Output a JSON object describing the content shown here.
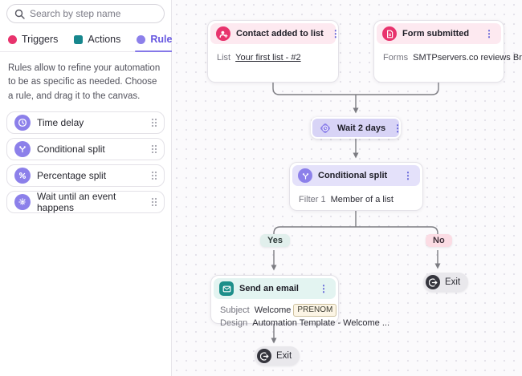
{
  "sidebar": {
    "search_placeholder": "Search by step name",
    "tabs": [
      {
        "label": "Triggers"
      },
      {
        "label": "Actions"
      },
      {
        "label": "Rules"
      }
    ],
    "description": "Rules allow to refine your automation to be as specific as needed. Choose a rule, and drag it to the canvas.",
    "items": [
      {
        "label": "Time delay",
        "icon": "clock-icon"
      },
      {
        "label": "Conditional split",
        "icon": "split-icon"
      },
      {
        "label": "Percentage split",
        "icon": "percentage-icon"
      },
      {
        "label": "Wait until an event happens",
        "icon": "event-icon"
      }
    ]
  },
  "canvas": {
    "menu_icon": "⋮",
    "contact_node": {
      "title": "Contact added to list",
      "field_label": "List",
      "field_value": "Your first list - #2"
    },
    "form_node": {
      "title": "Form submitted",
      "field_label": "Forms",
      "field_value": "SMTPservers.co reviews Brevo"
    },
    "wait_node": {
      "title": "Wait 2 days"
    },
    "split_node": {
      "title": "Conditional split",
      "field_label": "Filter 1",
      "field_value": "Member of a list"
    },
    "email_node": {
      "title": "Send an email",
      "subject_label": "Subject",
      "subject_value": "Welcome",
      "subject_tag": "PRENOM",
      "design_label": "Design",
      "design_value": "Automation Template - Welcome ..."
    },
    "branch_yes": "Yes",
    "branch_no": "No",
    "exit_right": "Exit",
    "exit_bottom": "Exit"
  },
  "colors": {
    "trigger_pink": "#e8336d",
    "trigger_header_bg": "#fde9f0",
    "action_teal": "#17878d",
    "action_header_bg": "#e3f4f1",
    "rule_purple": "#8c80ea",
    "rule_header_bg": "#e4e1fa",
    "active_tab_text": "#6657e0",
    "active_tab_underline": "#8578e8",
    "connector": "#7c7c82",
    "yes_badge_bg": "#e1efec",
    "no_badge_bg": "#fbdce4",
    "exit_pill_bg": "#e9e8ec",
    "exit_icon_bg": "#35353d",
    "canvas_bg": "#fbfafc"
  }
}
